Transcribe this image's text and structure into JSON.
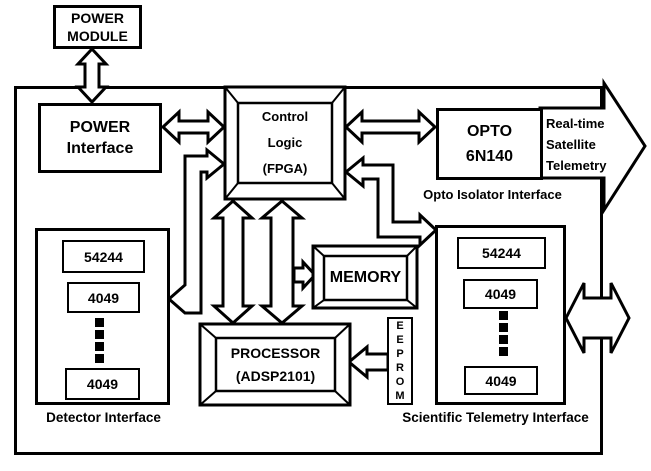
{
  "colors": {
    "line": "#000000",
    "background": "#ffffff"
  },
  "blocks": {
    "power_module": "POWER\nMODULE",
    "power_interface": "POWER\nInterface",
    "control_logic": "Control\nLogic\n(FPGA)",
    "opto": "OPTO\n6N140",
    "opto_caption": "Opto Isolator Interface",
    "realtime_telemetry": "Real-time\nSatellite\nTelemetry",
    "memory": "MEMORY",
    "processor": "PROCESSOR\n(ADSP2101)",
    "eeprom": "E\nE\nP\nR\nO\nM",
    "detector": {
      "chips": [
        "54244",
        "4049",
        "4049"
      ],
      "caption": "Detector Interface"
    },
    "scientific_telemetry": {
      "chips": [
        "54244",
        "4049",
        "4049"
      ],
      "caption": "Scientific Telemetry Interface"
    }
  }
}
